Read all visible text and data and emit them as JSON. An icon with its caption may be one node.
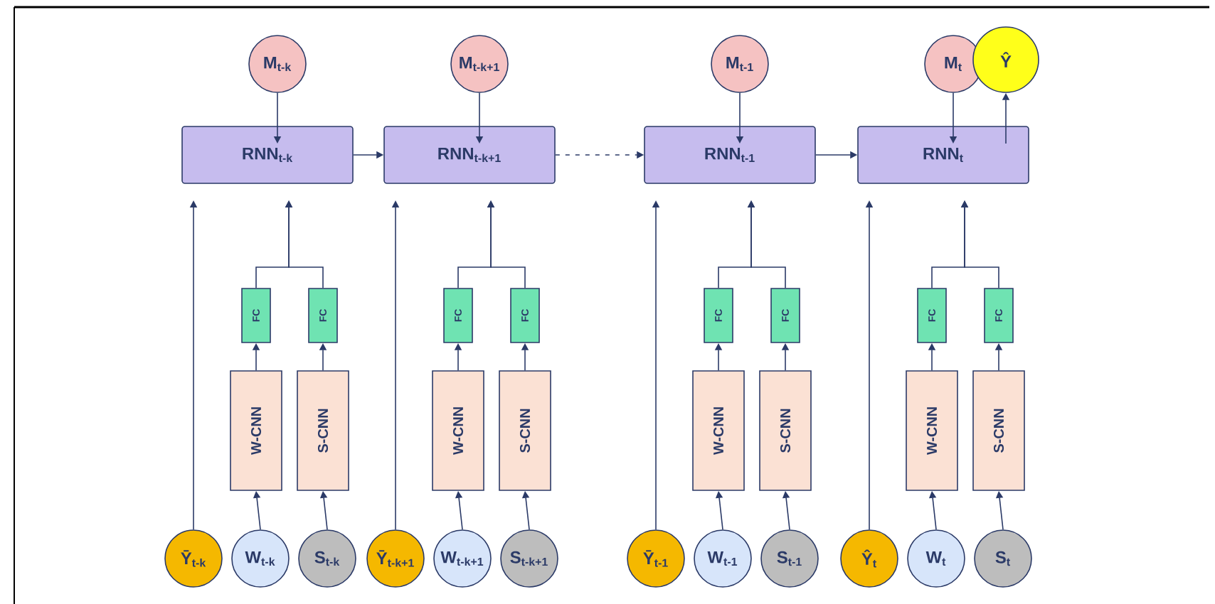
{
  "diagram": {
    "nodes": [
      {
        "text": [
          "M$_{t-k}$"
        ]
      },
      {
        "text": [
          "RNN$_{t-k}$"
        ]
      },
      {
        "text": [
          "FC"
        ]
      },
      {
        "text": [
          "FC"
        ]
      },
      {
        "text": [
          "W-CNN"
        ]
      },
      {
        "text": [
          "S-CNN"
        ]
      },
      {
        "text": [
          "Ȳ$_{t-k}$"
        ]
      },
      {
        "text": [
          "W$_{t-k}$"
        ]
      },
      {
        "text": [
          "S$_{t-k}$"
        ]
      },
      {
        "text": [
          "M$_{t-k+1}$"
        ]
      },
      {
        "text": [
          "RNN$_{t-k+1}$"
        ]
      },
      {
        "text": [
          "FC"
        ]
      },
      {
        "text": [
          "FC"
        ]
      },
      {
        "text": [
          "W-CNN"
        ]
      },
      {
        "text": [
          "S-CNN"
        ]
      },
      {
        "text": [
          "Ȳ$_{t-k+1}$"
        ]
      },
      {
        "text": [
          "W$_{t-k+1}$"
        ]
      },
      {
        "text": [
          "S$_{t-k+1}$"
        ]
      },
      {
        "text": [
          "M$_{t-1}$"
        ]
      },
      {
        "text": [
          "RNN$_{t-1}$"
        ]
      },
      {
        "text": [
          "FC"
        ]
      },
      {
        "text": [
          "FC"
        ]
      },
      {
        "text": [
          "W-CNN"
        ]
      },
      {
        "text": [
          "S-CNN"
        ]
      },
      {
        "text": [
          "Ȳ$_{t-1}$"
        ]
      },
      {
        "text": [
          "W$_{t-1}$"
        ]
      },
      {
        "text": [
          "S$_{t-1}$"
        ]
      },
      {
        "text": [
          "M$_{t}$"
        ]
      },
      {
        "text": [
          "RNN$_{t}$"
        ]
      },
      {
        "text": [
          "FC"
        ]
      },
      {
        "text": [
          "FC"
        ]
      },
      {
        "text": [
          "W-CNN"
        ]
      },
      {
        "text": [
          "S-CNN"
        ]
      },
      {
        "text": [
          "Ŷ$_{t}$"
        ]
      },
      {
        "text": [
          "W$_{t}$"
        ]
      },
      {
        "text": [
          "S$_{t}$"
        ]
      },
      {
        "text": [
          "Ŷ"
        ]
      }
    ],
    "edges": [
      {
        "from": 0,
        "to": 1,
        "arrow": "to"
      },
      {
        "from": 6,
        "to": 1,
        "arrow": "to"
      },
      {
        "from": 7,
        "to": 4,
        "arrow": "to"
      },
      {
        "from": 8,
        "to": 5,
        "arrow": "to"
      },
      {
        "from": 4,
        "to": 2,
        "arrow": "to"
      },
      {
        "from": 5,
        "to": 3,
        "arrow": "to"
      },
      {
        "from": 2,
        "to": 1,
        "arrow": "to"
      },
      {
        "from": 3,
        "to": 1,
        "arrow": "to"
      },
      {
        "from": 9,
        "to": 10,
        "arrow": "to"
      },
      {
        "from": 15,
        "to": 10,
        "arrow": "to"
      },
      {
        "from": 16,
        "to": 13,
        "arrow": "to"
      },
      {
        "from": 17,
        "to": 14,
        "arrow": "to"
      },
      {
        "from": 13,
        "to": 11,
        "arrow": "to"
      },
      {
        "from": 14,
        "to": 12,
        "arrow": "to"
      },
      {
        "from": 11,
        "to": 10,
        "arrow": "to"
      },
      {
        "from": 12,
        "to": 10,
        "arrow": "to"
      },
      {
        "from": 18,
        "to": 19,
        "arrow": "to"
      },
      {
        "from": 24,
        "to": 19,
        "arrow": "to"
      },
      {
        "from": 25,
        "to": 22,
        "arrow": "to"
      },
      {
        "from": 26,
        "to": 23,
        "arrow": "to"
      },
      {
        "from": 22,
        "to": 20,
        "arrow": "to"
      },
      {
        "from": 23,
        "to": 21,
        "arrow": "to"
      },
      {
        "from": 20,
        "to": 19,
        "arrow": "to"
      },
      {
        "from": 21,
        "to": 19,
        "arrow": "to"
      },
      {
        "from": 27,
        "to": 28,
        "arrow": "to"
      },
      {
        "from": 33,
        "to": 28,
        "arrow": "to"
      },
      {
        "from": 34,
        "to": 31,
        "arrow": "to"
      },
      {
        "from": 35,
        "to": 32,
        "arrow": "to"
      },
      {
        "from": 31,
        "to": 29,
        "arrow": "to"
      },
      {
        "from": 32,
        "to": 30,
        "arrow": "to"
      },
      {
        "from": 29,
        "to": 28,
        "arrow": "to"
      },
      {
        "from": 30,
        "to": 28,
        "arrow": "to"
      },
      {
        "from": 1,
        "to": 10,
        "arrow": "to"
      },
      {
        "from": 10,
        "to": 19,
        "arrow": "to",
        "style": "dashed"
      },
      {
        "from": 19,
        "to": 28,
        "arrow": "to"
      },
      {
        "from": 28,
        "to": 36,
        "arrow": "to"
      }
    ]
  }
}
